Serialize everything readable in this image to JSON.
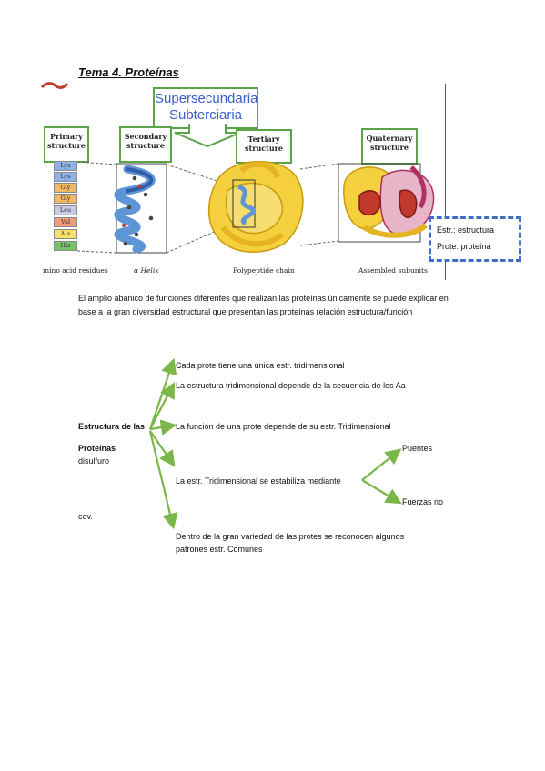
{
  "title": "Tema 4. Proteínas",
  "figure": {
    "top_box": [
      "Supersecundaria",
      "Subterciaria"
    ],
    "boxes": [
      {
        "line1": "Primary",
        "line2": "structure"
      },
      {
        "line1": "Secondary",
        "line2": "structure"
      },
      {
        "line1": "Tertiary",
        "line2": "structure"
      },
      {
        "line1": "Quaternary",
        "line2": "structure"
      }
    ],
    "amino_acids": [
      "Lys",
      "Lys",
      "Gly",
      "Gly",
      "Leu",
      "Val",
      "Ala",
      "His"
    ],
    "amino_colors": [
      "#8fb3e8",
      "#8fb3e8",
      "#f4b860",
      "#f4b860",
      "#c9c9e8",
      "#f29a7a",
      "#f6e16a",
      "#7ac36a"
    ],
    "captions": [
      "mino acid residues",
      "α Helix",
      "Polypeptide chain",
      "Assembled subunits"
    ]
  },
  "legend": {
    "line1": "Estr.: estructura",
    "line2": "Prote: proteína"
  },
  "paragraph": "El amplio abanico de funciones diferentes que realizan las proteínas únicamente se puede explicar en base a la gran diversidad estructural que presentan las proteínas relación estructura/función",
  "mindmap": {
    "root_line1": "Estructura de las",
    "root_line2": "Proteínas",
    "disulfuro": "disulfuro",
    "cov": "cov.",
    "branches": [
      "Cada prote tiene una única estr. tridimensional",
      "La estructura tridimensional depende de la secuencia de los Aa",
      "La función de una prote depende de su estr. Tridimensional",
      "La estr. Tridimensional se estabiliza mediante",
      "Dentro de la gran variedad de las protes se reconocen algunos",
      "patrones estr. Comunes"
    ],
    "sub_branches": [
      "Puentes",
      "Fuerzas no"
    ]
  },
  "colors": {
    "arrow": "#7ab648",
    "box_border": "#5aa349",
    "legend_border": "#3f6fc4"
  }
}
